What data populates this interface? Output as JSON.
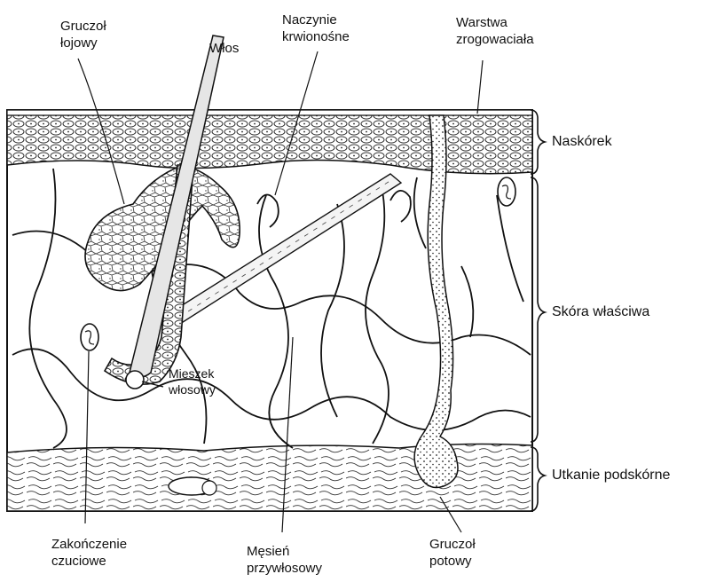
{
  "labels": {
    "gruczol_lojowy": [
      "Gruczoł",
      "łojowy"
    ],
    "wlos": "Włos",
    "naczynie": [
      "Naczynie",
      "krwionośne"
    ],
    "warstwa": [
      "Warstwa",
      "zrogowaciała"
    ],
    "mieszek": [
      "Mieszek",
      "włosowy"
    ],
    "zakonczenie": [
      "Zakończenie",
      "czuciowe"
    ],
    "miesien": [
      "Męsień",
      "przywłosowy"
    ],
    "gruczol_potowy": [
      "Gruczoł",
      "potowy"
    ]
  },
  "layers": {
    "naskorek": "Naskórek",
    "skora": "Skóra właściwa",
    "utkanie": "Utkanie podskórne"
  }
}
